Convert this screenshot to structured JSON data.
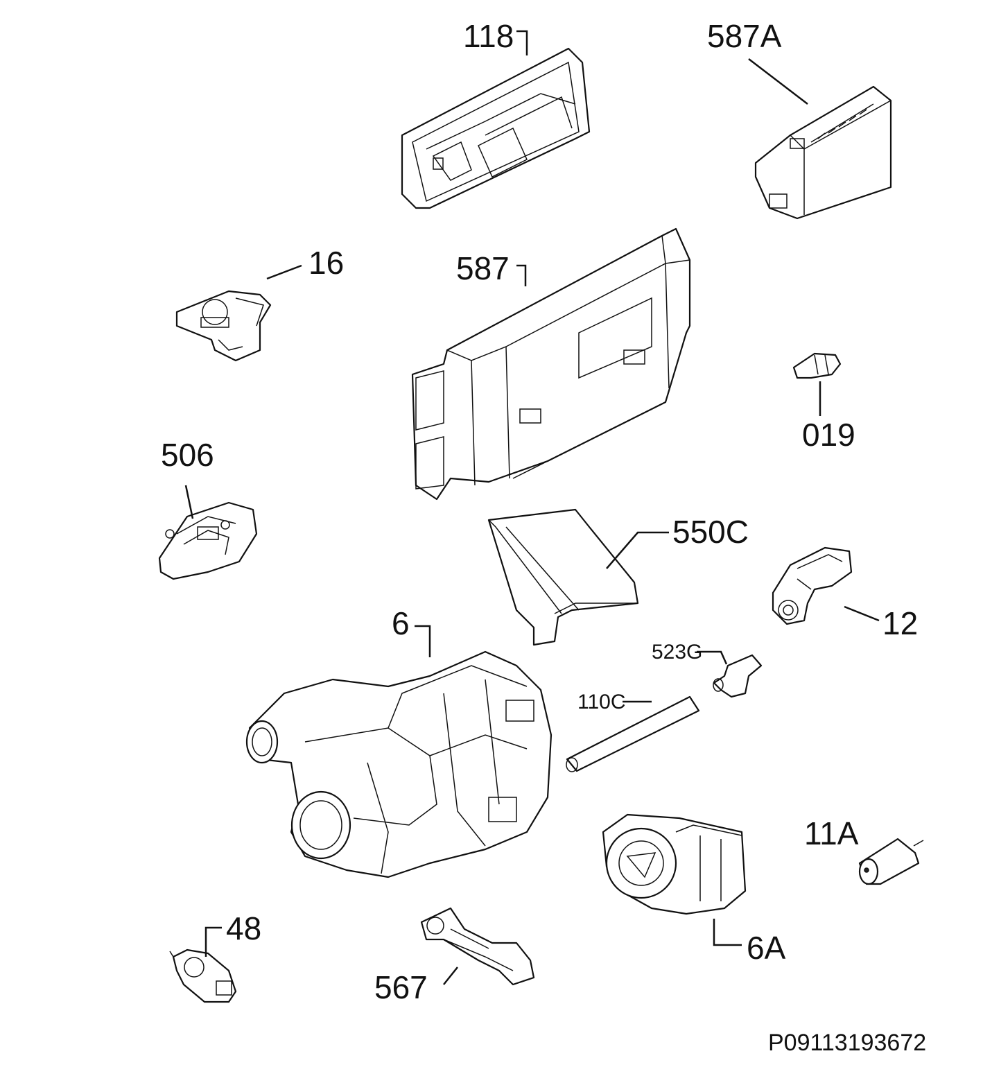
{
  "labels": {
    "p118": "118",
    "p587A": "587A",
    "p16": "16",
    "p587": "587",
    "p019": "019",
    "p506": "506",
    "p550C": "550C",
    "p12": "12",
    "p6": "6",
    "p523G": "523G",
    "p110C": "110C",
    "p11A": "11A",
    "p48": "48",
    "p567": "567",
    "p6A": "6A"
  },
  "footer": {
    "code": "P09113193672"
  }
}
